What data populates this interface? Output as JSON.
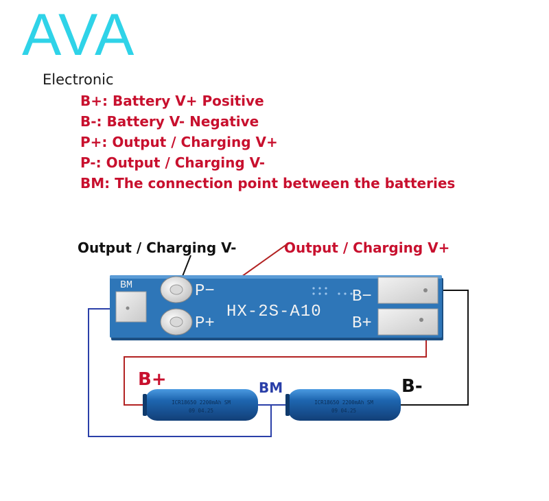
{
  "logo": {
    "text": "AVA",
    "subtitle": "Electronic"
  },
  "legend": [
    "B+: Battery V+ Positive",
    "B-: Battery V- Negative",
    "P+: Output / Charging V+",
    "P-: Output / Charging V-",
    "BM: The connection point between the batteries"
  ],
  "callouts": {
    "pminus": "Output / Charging V-",
    "pplus": "Output / Charging V+"
  },
  "board": {
    "model": "HX-2S-A10",
    "bm_label": "BM",
    "pminus_label": "P−",
    "pplus_label": "P+",
    "bminus_label": "B−",
    "bplus_label": "B+"
  },
  "wiring_labels": {
    "bplus": "B+",
    "bm": "BM",
    "bminus": "B-"
  },
  "batteries": [
    {
      "line1": "ICR18650 2200mAh SM",
      "line2": "09 04.25"
    },
    {
      "line1": "ICR18650 2200mAh SM",
      "line2": "09 04.25"
    }
  ],
  "colors": {
    "logo": "#2fd3e8",
    "legend_text": "#c8102e",
    "board": "#2e76b8",
    "wire_red": "#b22222",
    "wire_blue": "#2a3fa8",
    "wire_black": "#111111",
    "battery": "#1e66b0"
  }
}
